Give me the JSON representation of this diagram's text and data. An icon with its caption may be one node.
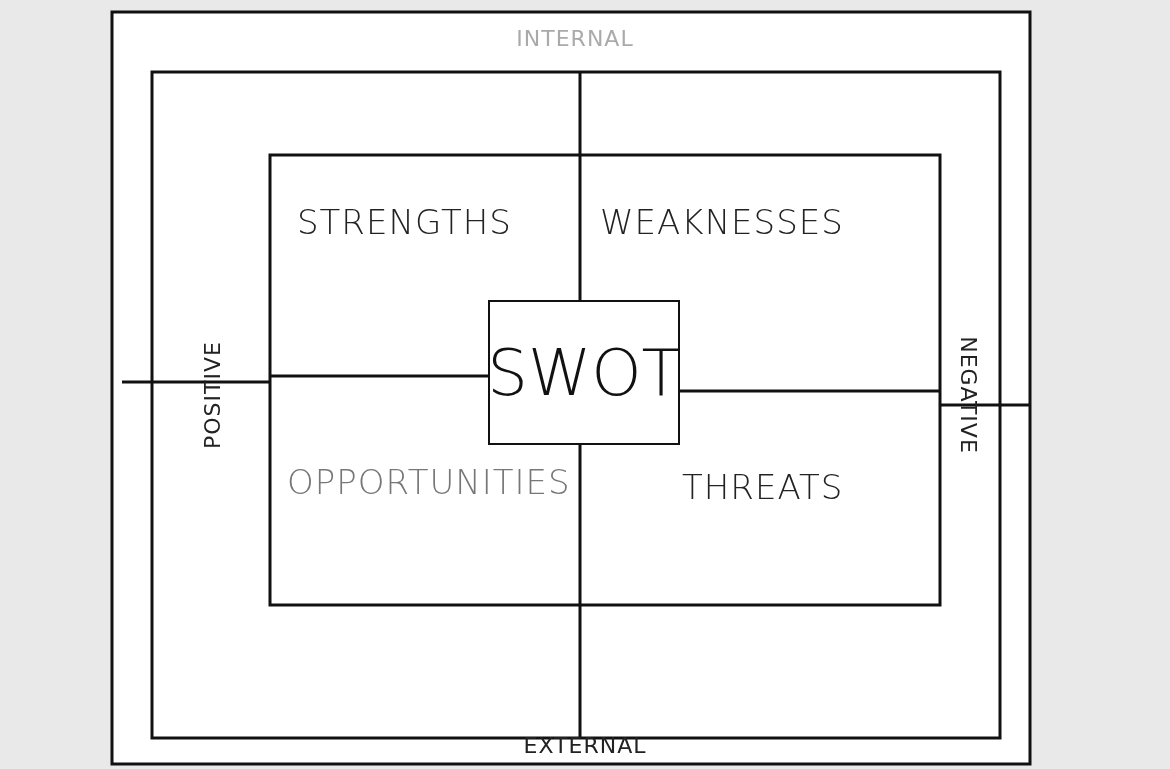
{
  "diagram": {
    "nodes": [
      {
        "text": [
          "STRENGTHS"
        ]
      },
      {
        "text": [
          "WEAKNESSES"
        ]
      },
      {
        "text": [
          "OPPORTUNITIES"
        ]
      },
      {
        "text": [
          "THREATS"
        ]
      },
      {
        "text": [
          "SWOT"
        ]
      }
    ],
    "labels": [
      "INTERNAL",
      "POSITIVE",
      "NEGATIVE",
      "EXTERNAL"
    ]
  }
}
